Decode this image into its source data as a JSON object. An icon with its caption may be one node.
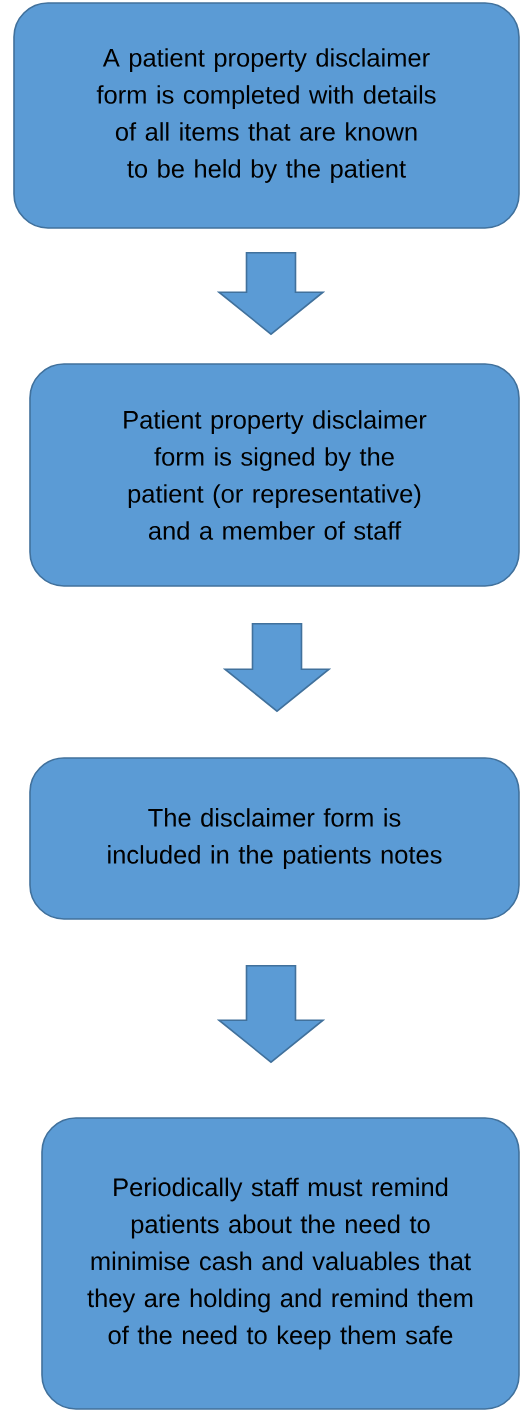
{
  "diagram": {
    "nodes": [
      {
        "text": [
          "A patient property disclaimer form is completed with details of all items that are known to be held by the patient"
        ]
      },
      {
        "text": [
          "Patient property disclaimer form is signed by the patient (or representative) and a member of staff"
        ]
      },
      {
        "text": [
          "The disclaimer form is included in the patients notes"
        ]
      },
      {
        "text": [
          "Periodically staff must remind patients about the need to minimise cash and valuables that they are holding and remind them of the need to keep them safe"
        ]
      }
    ],
    "edges": [
      {
        "from": 0,
        "to": 1,
        "arrow": "to"
      },
      {
        "from": 1,
        "to": 2,
        "arrow": "to"
      },
      {
        "from": 2,
        "to": 3,
        "arrow": "to"
      }
    ]
  }
}
